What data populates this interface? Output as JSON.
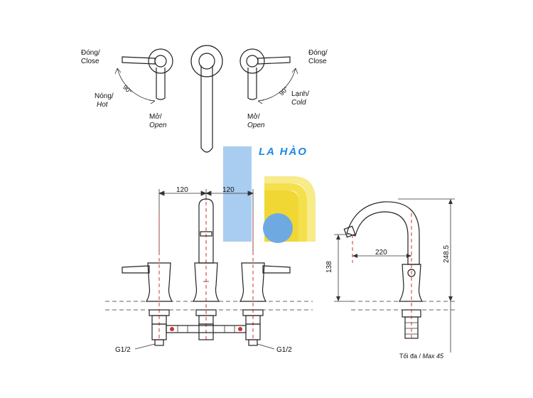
{
  "top_view": {
    "left_close": {
      "vi": "Đóng/",
      "en": "Close"
    },
    "right_close": {
      "vi": "Đóng/",
      "en": "Close"
    },
    "hot": {
      "vi": "Nóng/",
      "en": "Hot"
    },
    "cold": {
      "vi": "Lạnh/",
      "en": "Cold"
    },
    "left_open": {
      "vi": "Mở/",
      "en": "Open"
    },
    "right_open": {
      "vi": "Mở/",
      "en": "Open"
    },
    "left_angle": "90°",
    "right_angle": "90°"
  },
  "front_view": {
    "spacing_left": "120",
    "spacing_right": "120",
    "thread_left": "G1/2",
    "thread_right": "G1/2"
  },
  "side_view": {
    "reach": "220",
    "spout_height": "138",
    "total_height": "248.5",
    "max_thickness": {
      "vi": "Tối đa / ",
      "en": "Max 45"
    }
  },
  "watermark": {
    "text": "LA HÀO",
    "color_blue": "#1e88e5",
    "color_light_blue": "#a9cdf0",
    "color_yellow": "#f4e04d"
  }
}
